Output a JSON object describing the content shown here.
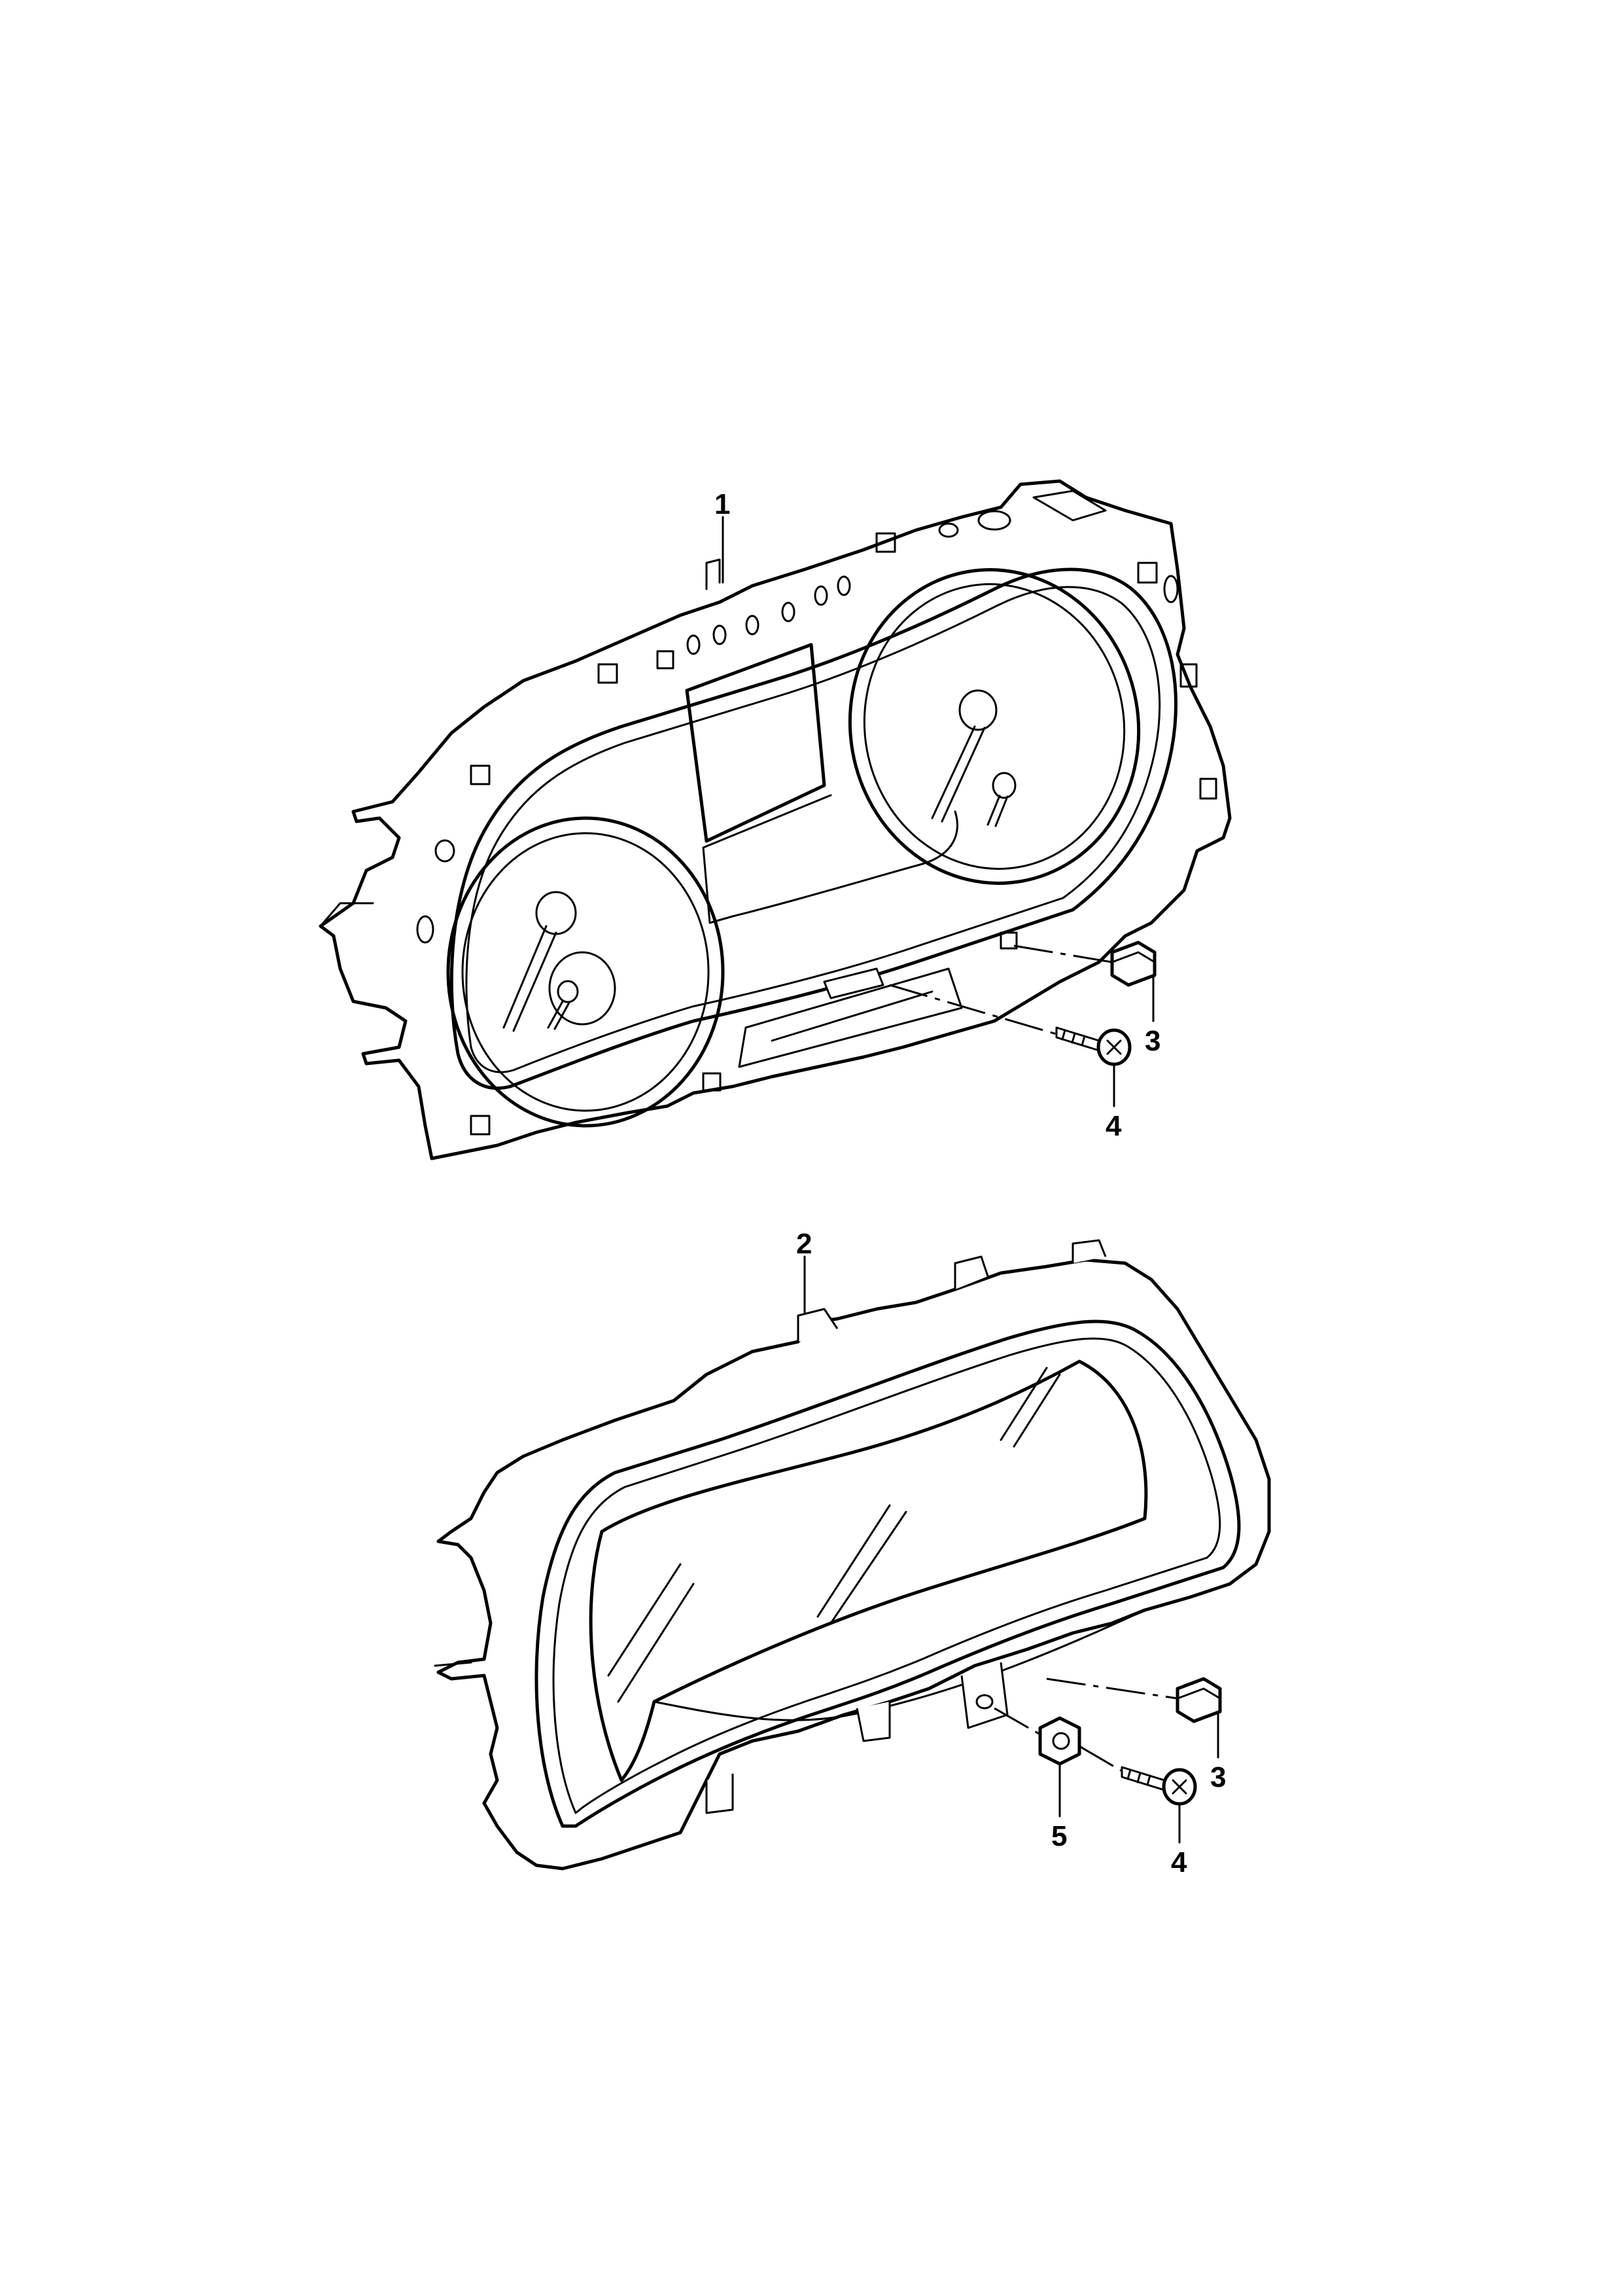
{
  "callouts": {
    "c1": "1",
    "c2": "2",
    "c3a": "3",
    "c4a": "4",
    "c3b": "3",
    "c4b": "4",
    "c5": "5"
  },
  "colors": {
    "line": "#000000",
    "background": "#ffffff"
  },
  "icons": [
    "analog-cluster-drawing",
    "digital-cluster-drawing",
    "clip-drawing",
    "screw-drawing",
    "nut-drawing"
  ]
}
